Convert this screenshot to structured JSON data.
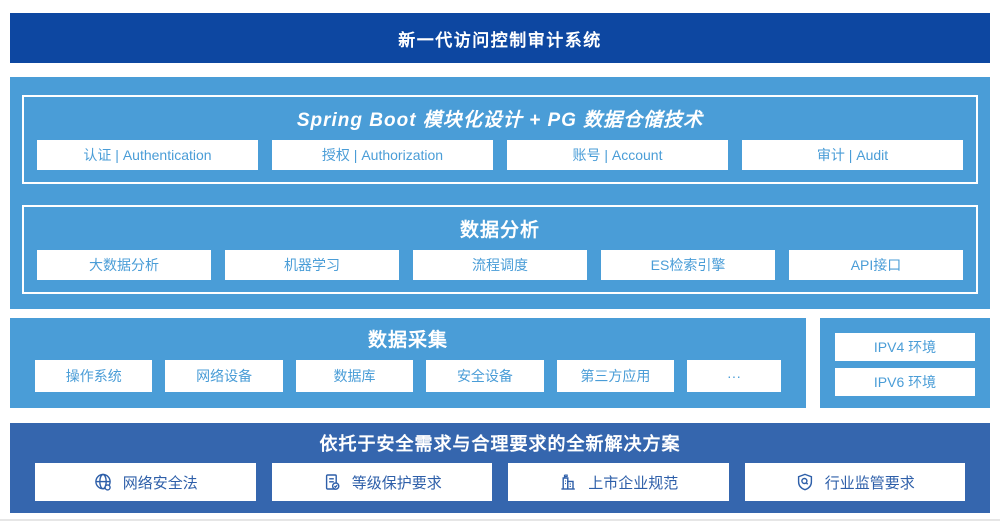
{
  "page": {
    "title": "新一代访问控制审计系统"
  },
  "platform": {
    "title": "Spring Boot 模块化设计 + PG 数据仓储技术",
    "modules": [
      "认证 | Authentication",
      "授权 | Authorization",
      "账号 | Account",
      "审计 | Audit"
    ]
  },
  "analysis": {
    "title": "数据分析",
    "modules": [
      "大数据分析",
      "机器学习",
      "流程调度",
      "ES检索引擎",
      "API接口"
    ]
  },
  "collection": {
    "title": "数据采集",
    "modules": [
      "操作系统",
      "网络设备",
      "数据库",
      "安全设备",
      "第三方应用",
      "···"
    ]
  },
  "network": {
    "items": [
      "IPV4 环境",
      "IPV6 环境"
    ]
  },
  "solution": {
    "title": "依托于安全需求与合理要求的全新解决方案",
    "items": [
      {
        "icon": "globe-icon",
        "label": "网络安全法"
      },
      {
        "icon": "doc-check-icon",
        "label": "等级保护要求"
      },
      {
        "icon": "buildings-icon",
        "label": "上市企业规范"
      },
      {
        "icon": "shield-search-icon",
        "label": "行业监管要求"
      }
    ]
  },
  "colors": {
    "banner_navy": "#0D47A1",
    "light_blue": "#4A9DD7",
    "solution_blue": "#3566AE",
    "chip_text_light": "#4A9DD7",
    "chip_text_dark": "#2E5FA9"
  }
}
